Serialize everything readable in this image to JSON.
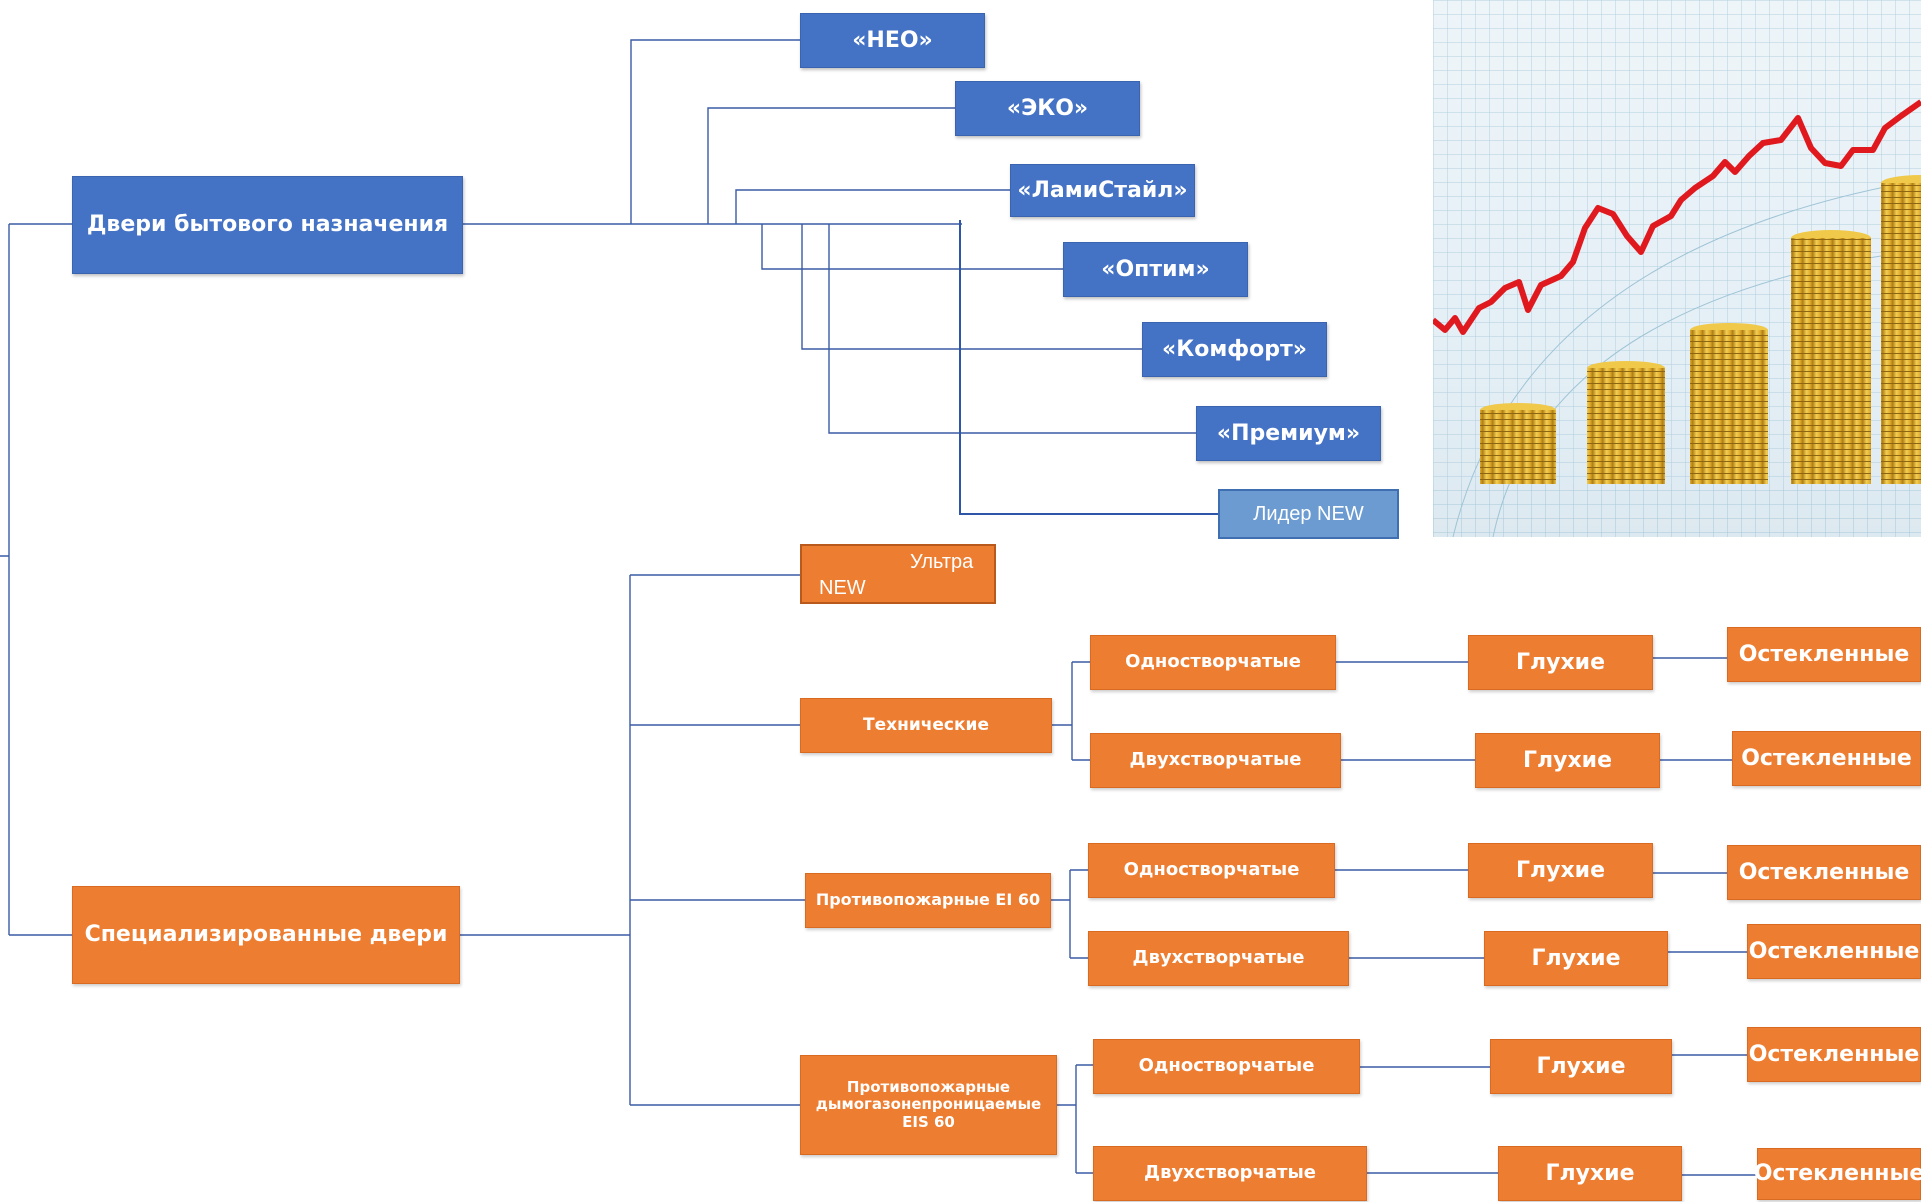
{
  "diagram": {
    "household_doors": {
      "root": "Двери бытового назначения",
      "products": [
        "«НЕО»",
        "«ЭКО»",
        "«ЛамиСтайл»",
        "«Оптим»",
        "«Комфорт»",
        "«Премиум»"
      ],
      "new_product": "Лидер NEW"
    },
    "special_doors": {
      "root": "Специализированные двери",
      "new_product_line1": "Ультра",
      "new_product_line2": "NEW",
      "technical": "Технические",
      "fire_ei60": "Противопожарные EI 60",
      "fire_eis60": "Противопожарные дымогазонепроницаемые EIS 60"
    },
    "leaf_single": "Одностворчатые",
    "leaf_double": "Двухстворчатые",
    "solid": "Глухие",
    "glazed": "Остекленные"
  },
  "photo": {
    "description_icon": "coins-growth-chart-icon",
    "colors": {
      "line": "#e0191e",
      "coin": "#e3b12d",
      "grid": "#9fc4d6"
    }
  },
  "colors": {
    "blue": "#4472c4",
    "orange": "#ed7d31",
    "light_blue": "#6b9bd1",
    "connector": "#3b5ba5"
  }
}
